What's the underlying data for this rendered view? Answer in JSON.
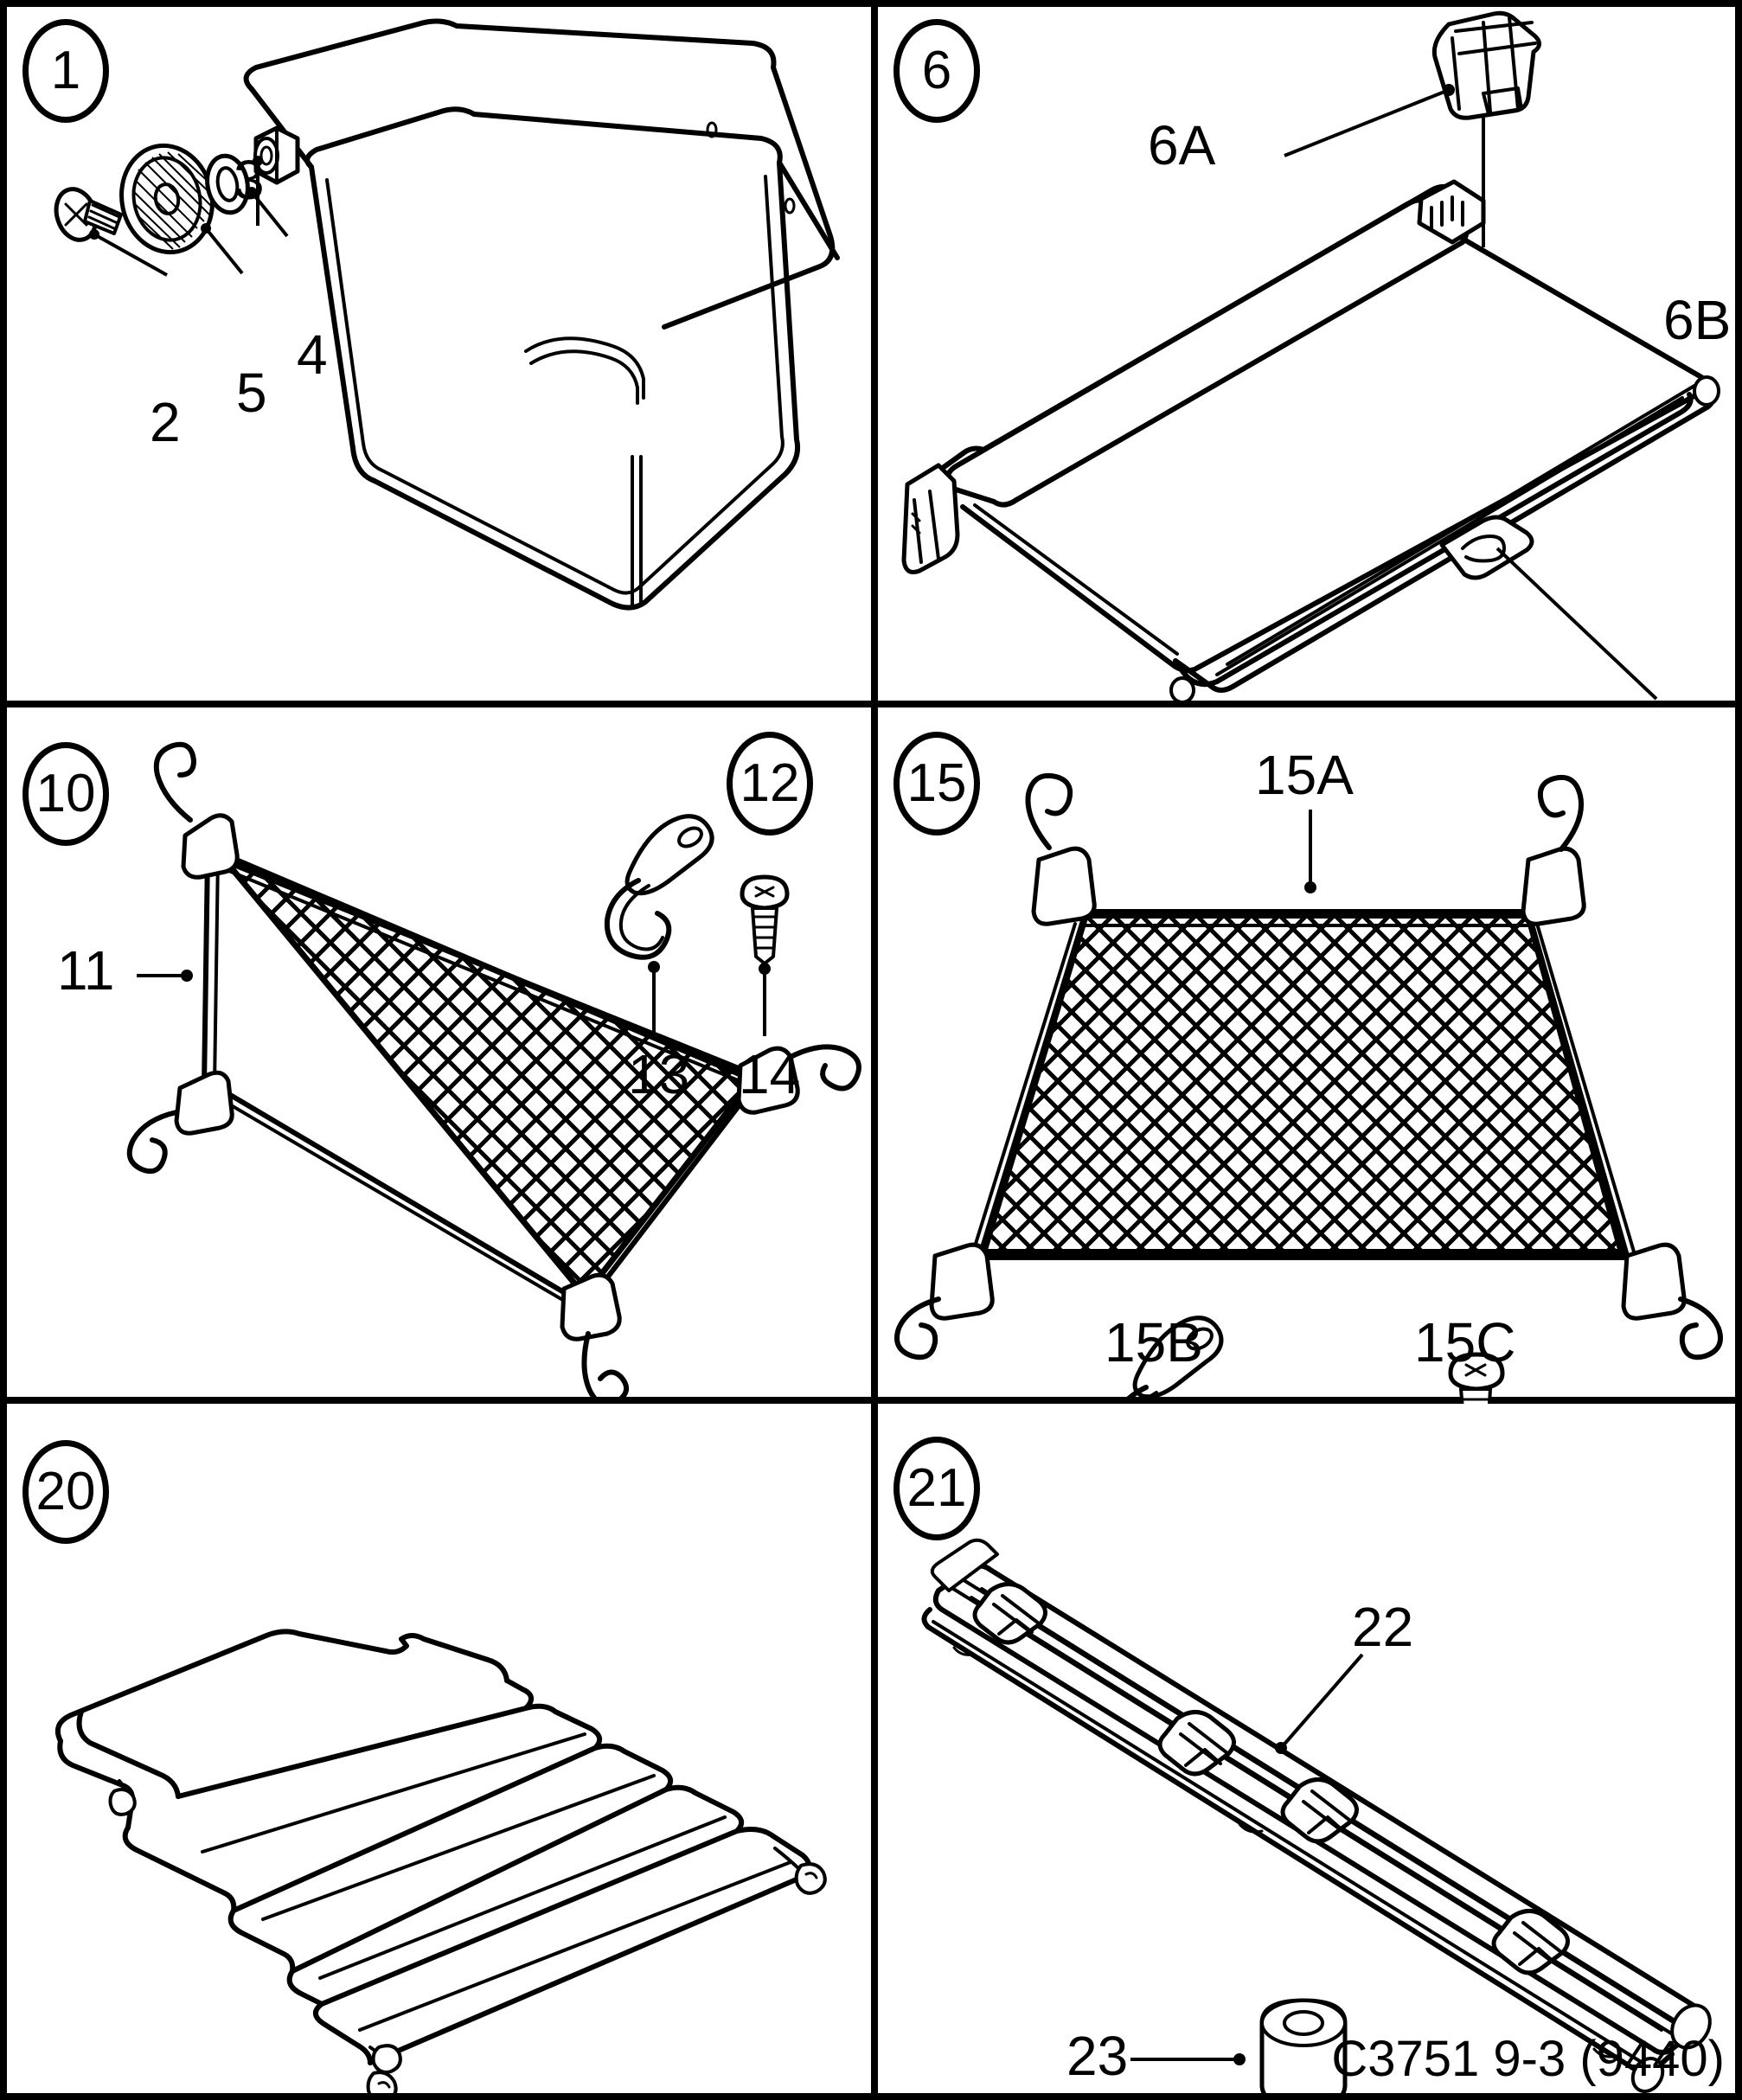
{
  "document": {
    "type": "parts-illustration",
    "footer_code": "C3751 9-3 (9440)"
  },
  "panels": [
    {
      "id": "panel-1",
      "badge": "1",
      "title_item": "Luggage compartment box",
      "callouts": [
        {
          "ref": "2",
          "part": "screw"
        },
        {
          "ref": "3",
          "part": "nut"
        },
        {
          "ref": "4",
          "part": "washer"
        },
        {
          "ref": "5",
          "part": "knurled-disc"
        }
      ]
    },
    {
      "id": "panel-6",
      "badge": "6",
      "title_item": "Luggage compartment cover / load cover",
      "callouts": [
        {
          "ref": "6A",
          "part": "end-bracket"
        },
        {
          "ref": "6B",
          "part": "handle-strap-tab"
        }
      ]
    },
    {
      "id": "panel-10",
      "badge": "10",
      "title_item": "Triangular cargo net",
      "callouts": [
        {
          "ref": "11",
          "part": "net"
        }
      ]
    },
    {
      "id": "panel-12",
      "badge": "12",
      "title_item": "Net attachment kit",
      "callouts": [
        {
          "ref": "13",
          "part": "eyelet-hook"
        },
        {
          "ref": "14",
          "part": "screw"
        }
      ]
    },
    {
      "id": "panel-15",
      "badge": "15",
      "title_item": "Trapezoidal cargo net kit",
      "callouts": [
        {
          "ref": "15A",
          "part": "net"
        },
        {
          "ref": "15B",
          "part": "eyelet-hook"
        },
        {
          "ref": "15C",
          "part": "screw"
        }
      ]
    },
    {
      "id": "panel-20",
      "badge": "20",
      "title_item": "Folded load cover / cargo mat",
      "callouts": []
    },
    {
      "id": "panel-21",
      "badge": "21",
      "title_item": "Load bar / rail assembly",
      "callouts": [
        {
          "ref": "22",
          "part": "rail-with-straps"
        },
        {
          "ref": "23",
          "part": "spacer-bush"
        }
      ]
    }
  ],
  "labels": {
    "badge1": "1",
    "badge6": "6",
    "badge10": "10",
    "badge12": "12",
    "badge15": "15",
    "badge20": "20",
    "badge21": "21",
    "n2": "2",
    "n3": "3",
    "n4": "4",
    "n5": "5",
    "n6a": "6A",
    "n6b": "6B",
    "n11": "11",
    "n13": "13",
    "n14": "14",
    "n15a": "15A",
    "n15b": "15B",
    "n15c": "15C",
    "n22": "22",
    "n23": "23"
  },
  "colors": {
    "line": "#000000",
    "background": "#ffffff"
  }
}
